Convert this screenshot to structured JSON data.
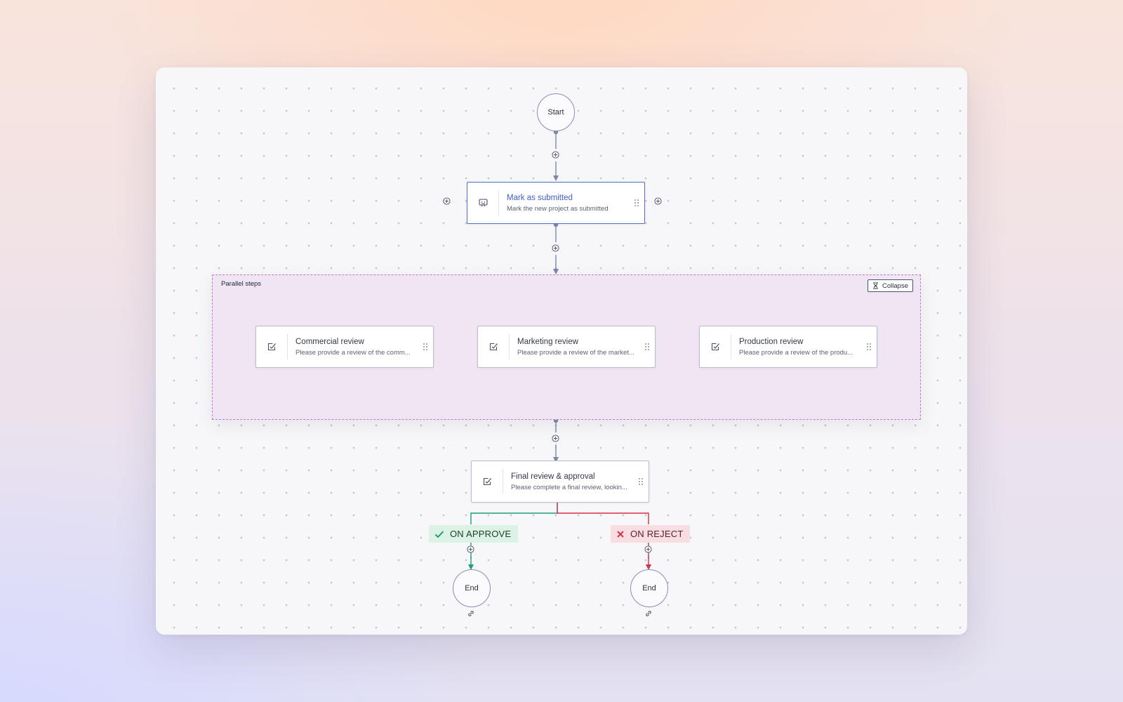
{
  "workflow": {
    "start_label": "Start",
    "end_labels": [
      "End",
      "End"
    ],
    "mark_submitted": {
      "title": "Mark as submitted",
      "description": "Mark the new project as submitted"
    },
    "parallel_group": {
      "label": "Parallel steps",
      "collapse_label": "Collapse",
      "steps": [
        {
          "title": "Commercial review",
          "description": "Please provide a review of the comm..."
        },
        {
          "title": "Marketing review",
          "description": "Please provide a review of the market..."
        },
        {
          "title": "Production review",
          "description": "Please provide a review of the produ..."
        }
      ]
    },
    "final_review": {
      "title": "Final review & approval",
      "description": "Please complete a final review, lookin..."
    },
    "branches": {
      "approve_label": "ON APPROVE",
      "reject_label": "ON REJECT"
    }
  },
  "colors": {
    "connector": "#7c86aa",
    "selected_border": "#4f6fcf",
    "group_border": "#c27ad0",
    "group_fill": "#efe4f3",
    "approve": "#1e9e7c",
    "reject": "#d63148"
  },
  "icons": [
    "add-step-icon",
    "task-icon",
    "approval-review-icon",
    "drag-handle-icon",
    "collapse-icon",
    "check-icon",
    "x-icon",
    "link-icon"
  ]
}
